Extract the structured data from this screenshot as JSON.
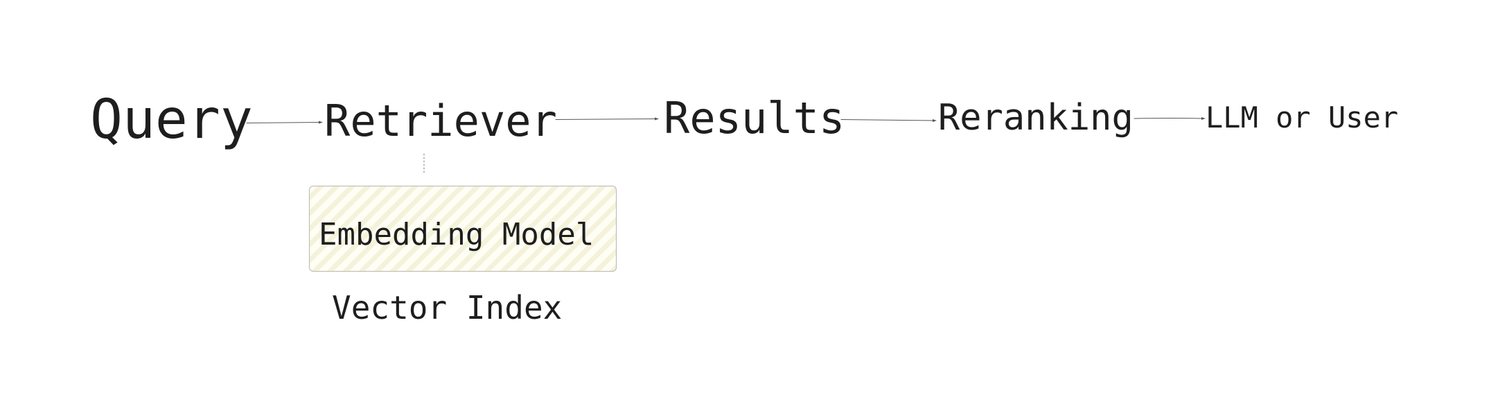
{
  "diagram": {
    "nodes": {
      "query": "Query",
      "retriever": "Retriever",
      "results": "Results",
      "reranking": "Reranking",
      "llm_or_user": "LLM or User",
      "embedding_model": "Embedding Model",
      "vector_index": "Vector Index"
    },
    "edges": [
      {
        "from": "query",
        "to": "retriever"
      },
      {
        "from": "retriever",
        "to": "results"
      },
      {
        "from": "results",
        "to": "reranking"
      },
      {
        "from": "reranking",
        "to": "llm_or_user"
      },
      {
        "from": "retriever",
        "to": "embedding_model"
      }
    ],
    "colors": {
      "text": "#1e1e1e",
      "connector": "#555555",
      "box_fill": "#fefef4",
      "box_hatch": "#ece8c4",
      "box_border": "#b9b7ae"
    }
  }
}
